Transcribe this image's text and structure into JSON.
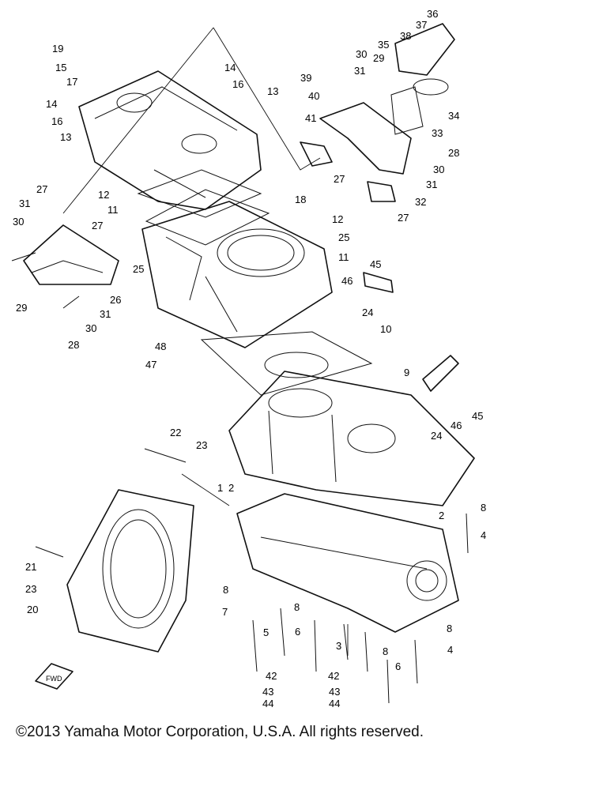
{
  "copyright": "©2013 Yamaha Motor Corporation, U.S.A. All rights reserved.",
  "fwd_label": "FWD",
  "callouts": [
    {
      "n": "36"
    },
    {
      "n": "37"
    },
    {
      "n": "38"
    },
    {
      "n": "35"
    },
    {
      "n": "30"
    },
    {
      "n": "29"
    },
    {
      "n": "39"
    },
    {
      "n": "31"
    },
    {
      "n": "40"
    },
    {
      "n": "34"
    },
    {
      "n": "41"
    },
    {
      "n": "33"
    },
    {
      "n": "28"
    },
    {
      "n": "30"
    },
    {
      "n": "31"
    },
    {
      "n": "27"
    },
    {
      "n": "32"
    },
    {
      "n": "27"
    },
    {
      "n": "19"
    },
    {
      "n": "15"
    },
    {
      "n": "17"
    },
    {
      "n": "14"
    },
    {
      "n": "16"
    },
    {
      "n": "13"
    },
    {
      "n": "14"
    },
    {
      "n": "16"
    },
    {
      "n": "13"
    },
    {
      "n": "12"
    },
    {
      "n": "18"
    },
    {
      "n": "11"
    },
    {
      "n": "12"
    },
    {
      "n": "25"
    },
    {
      "n": "25"
    },
    {
      "n": "11"
    },
    {
      "n": "27"
    },
    {
      "n": "31"
    },
    {
      "n": "30"
    },
    {
      "n": "27"
    },
    {
      "n": "29"
    },
    {
      "n": "26"
    },
    {
      "n": "30"
    },
    {
      "n": "31"
    },
    {
      "n": "28"
    },
    {
      "n": "45"
    },
    {
      "n": "46"
    },
    {
      "n": "24"
    },
    {
      "n": "48"
    },
    {
      "n": "47"
    },
    {
      "n": "10"
    },
    {
      "n": "9"
    },
    {
      "n": "45"
    },
    {
      "n": "46"
    },
    {
      "n": "24"
    },
    {
      "n": "22"
    },
    {
      "n": "23"
    },
    {
      "n": "1"
    },
    {
      "n": "2"
    },
    {
      "n": "8"
    },
    {
      "n": "2"
    },
    {
      "n": "4"
    },
    {
      "n": "21"
    },
    {
      "n": "23"
    },
    {
      "n": "20"
    },
    {
      "n": "8"
    },
    {
      "n": "7"
    },
    {
      "n": "8"
    },
    {
      "n": "5"
    },
    {
      "n": "6"
    },
    {
      "n": "8"
    },
    {
      "n": "3"
    },
    {
      "n": "8"
    },
    {
      "n": "4"
    },
    {
      "n": "42"
    },
    {
      "n": "42"
    },
    {
      "n": "6"
    },
    {
      "n": "43"
    },
    {
      "n": "43"
    },
    {
      "n": "44"
    },
    {
      "n": "44"
    }
  ]
}
